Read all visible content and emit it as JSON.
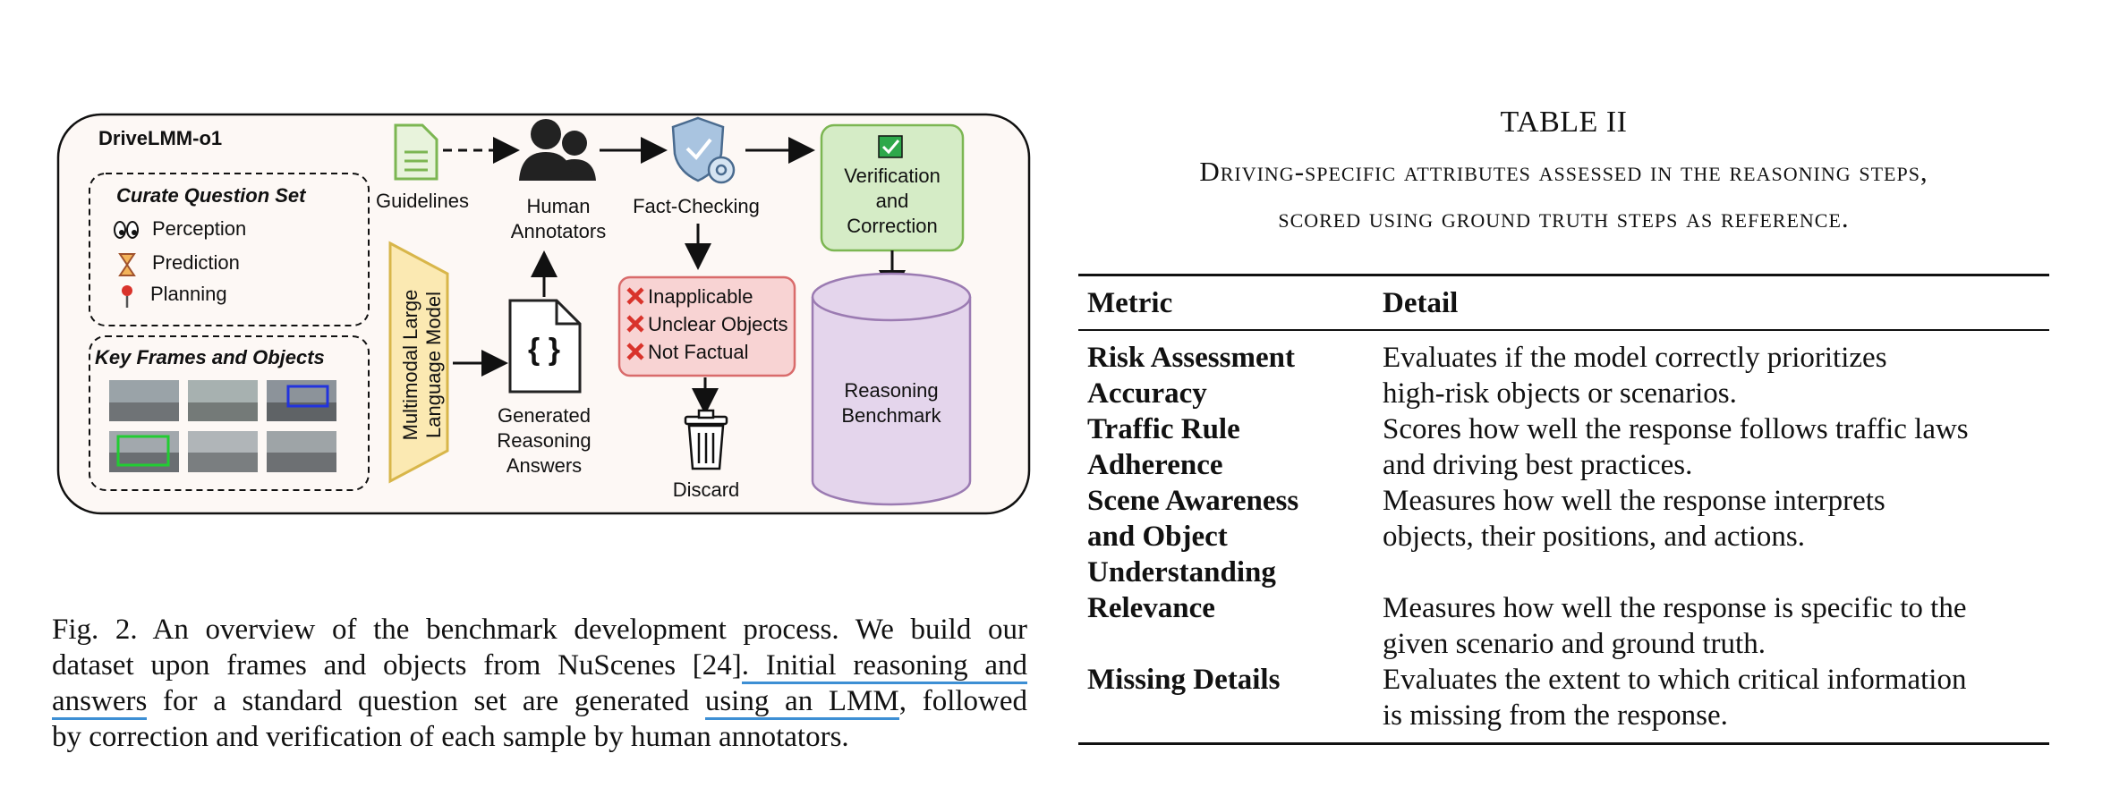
{
  "figure": {
    "title": "DriveLMM-o1",
    "question_set": {
      "heading": "Curate Question Set",
      "items": [
        {
          "icon": "eyes-icon",
          "label": "Perception"
        },
        {
          "icon": "hourglass-icon",
          "label": "Prediction"
        },
        {
          "icon": "pushpin-icon",
          "label": "Planning"
        }
      ]
    },
    "key_frames_heading": "Key Frames and Objects",
    "lmm_label_line1": "Multimodal Large",
    "lmm_label_line2": "Language Model",
    "guidelines": "Guidelines",
    "human_annotators_line1": "Human",
    "human_annotators_line2": "Annotators",
    "fact_checking": "Fact-Checking",
    "verification_line1": "Verification",
    "verification_line2": "and",
    "verification_line3": "Correction",
    "generated_line1": "Generated",
    "generated_line2": "Reasoning",
    "generated_line3": "Answers",
    "json_glyph": "{ }",
    "rejects": [
      "Inapplicable",
      "Unclear Objects",
      "Not Factual"
    ],
    "discard": "Discard",
    "benchmark_line1": "Reasoning",
    "benchmark_line2": "Benchmark",
    "colors": {
      "verify_fill": "#d5ecc6",
      "reject_fill": "#f8d3d3",
      "db_fill": "#e4d5ec",
      "lmm_fill": "#fbe9b2"
    }
  },
  "caption": {
    "line1": "Fig. 2.   An overview of the benchmark development process. We build our",
    "line2a": "dataset upon frames and objects from NuScenes [24]",
    "line2b": ". Initial reasoning and",
    "line3a": "answers",
    "line3b": " for a standard question set are generated ",
    "line3c": "using an LMM",
    "line3d": ", followed",
    "line4": "by correction and verification of each sample by human annotators."
  },
  "table": {
    "label": "TABLE II",
    "caption_line1": "Driving-specific attributes assessed in the reasoning steps,",
    "caption_line2": "scored using ground truth steps as reference.",
    "headers": [
      "Metric",
      "Detail"
    ],
    "rows": [
      {
        "metric_1": "Risk Assessment",
        "metric_2": "Accuracy",
        "metric_3": "",
        "detail_1": "Evaluates if the model correctly prioritizes",
        "detail_2": "high-risk objects or scenarios."
      },
      {
        "metric_1": "Traffic Rule",
        "metric_2": "Adherence",
        "metric_3": "",
        "detail_1": "Scores how well the response follows traffic laws",
        "detail_2": "and driving best practices."
      },
      {
        "metric_1": "Scene Awareness",
        "metric_2": "and Object",
        "metric_3": "Understanding",
        "detail_1": "Measures how well the response interprets",
        "detail_2": "objects, their positions, and actions."
      },
      {
        "metric_1": "Relevance",
        "metric_2": "",
        "metric_3": "",
        "detail_1": "Measures how well the response is specific to the",
        "detail_2": "given scenario and ground truth."
      },
      {
        "metric_1": "Missing Details",
        "metric_2": "",
        "metric_3": "",
        "detail_1": "Evaluates the extent to which critical information",
        "detail_2": "is missing from the response."
      }
    ]
  }
}
